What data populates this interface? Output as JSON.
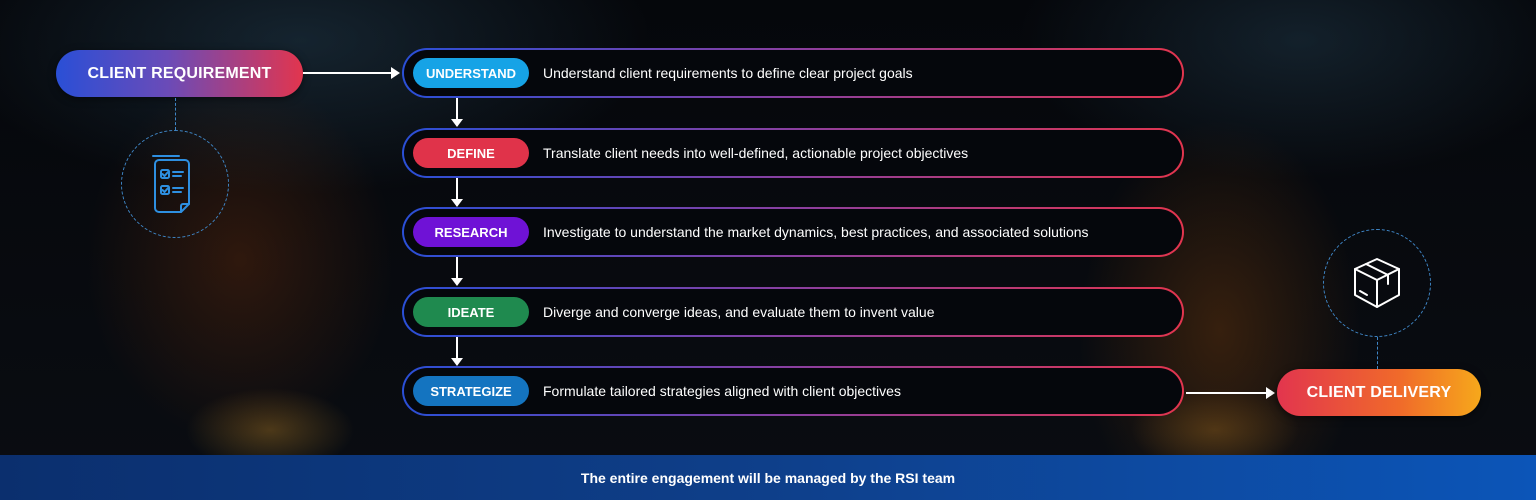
{
  "start": {
    "label": "CLIENT REQUIREMENT",
    "icon": "checklist-document-icon"
  },
  "end": {
    "label": "CLIENT DELIVERY",
    "icon": "package-box-icon"
  },
  "steps": [
    {
      "label": "UNDERSTAND",
      "color": "#16a3e6",
      "description": "Understand client requirements to define clear project goals"
    },
    {
      "label": "DEFINE",
      "color": "#e0334a",
      "description": "Translate client needs into well-defined, actionable project objectives"
    },
    {
      "label": "RESEARCH",
      "color": "#6f12d6",
      "description": "Investigate to understand the market dynamics, best practices, and associated solutions"
    },
    {
      "label": "IDEATE",
      "color": "#1f8a4f",
      "description": "Diverge and converge ideas, and evaluate them to invent value"
    },
    {
      "label": "STRATEGIZE",
      "color": "#1474c0",
      "description": "Formulate tailored strategies aligned with client objectives"
    }
  ],
  "footer": {
    "text": "The entire engagement will be managed by the RSI team"
  }
}
